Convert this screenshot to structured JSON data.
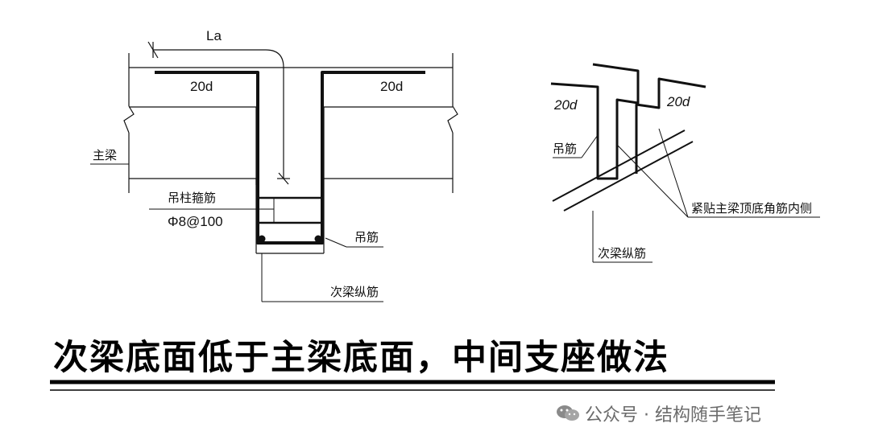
{
  "diagram": {
    "section": {
      "anchor_length_label": "La",
      "left_bar_label": "20d",
      "right_bar_label": "20d",
      "main_beam_label": "主梁",
      "stirrup_label": "吊柱箍筋",
      "stirrup_spec": "Φ8@100",
      "hanger_label": "吊筋",
      "secondary_long_bar_label": "次梁纵筋"
    },
    "iso": {
      "left_bar_label": "20d",
      "right_bar_label": "20d",
      "hanger_label": "吊筋",
      "contact_note": "紧贴主梁顶底角筋内侧",
      "secondary_long_bar_label": "次梁纵筋"
    }
  },
  "title": "次梁底面低于主梁底面，中间支座做法",
  "footer": {
    "source": "公众号 · 结构随手笔记",
    "icon": "wechat-icon"
  }
}
